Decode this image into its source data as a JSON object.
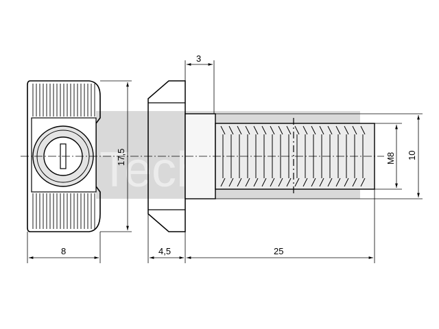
{
  "drawing": {
    "watermark": "TechXXL",
    "dimensions": {
      "head_thickness": "3",
      "nut_height": "17,5",
      "nut_width": "8",
      "head_height": "4,5",
      "bolt_length": "25",
      "thread": "M8",
      "head_width": "10"
    }
  },
  "colors": {
    "line": "#000000",
    "hatch_shadow": "#d8d8d8",
    "thread_shadow": "#e2e2e2",
    "background": "#ffffff"
  }
}
